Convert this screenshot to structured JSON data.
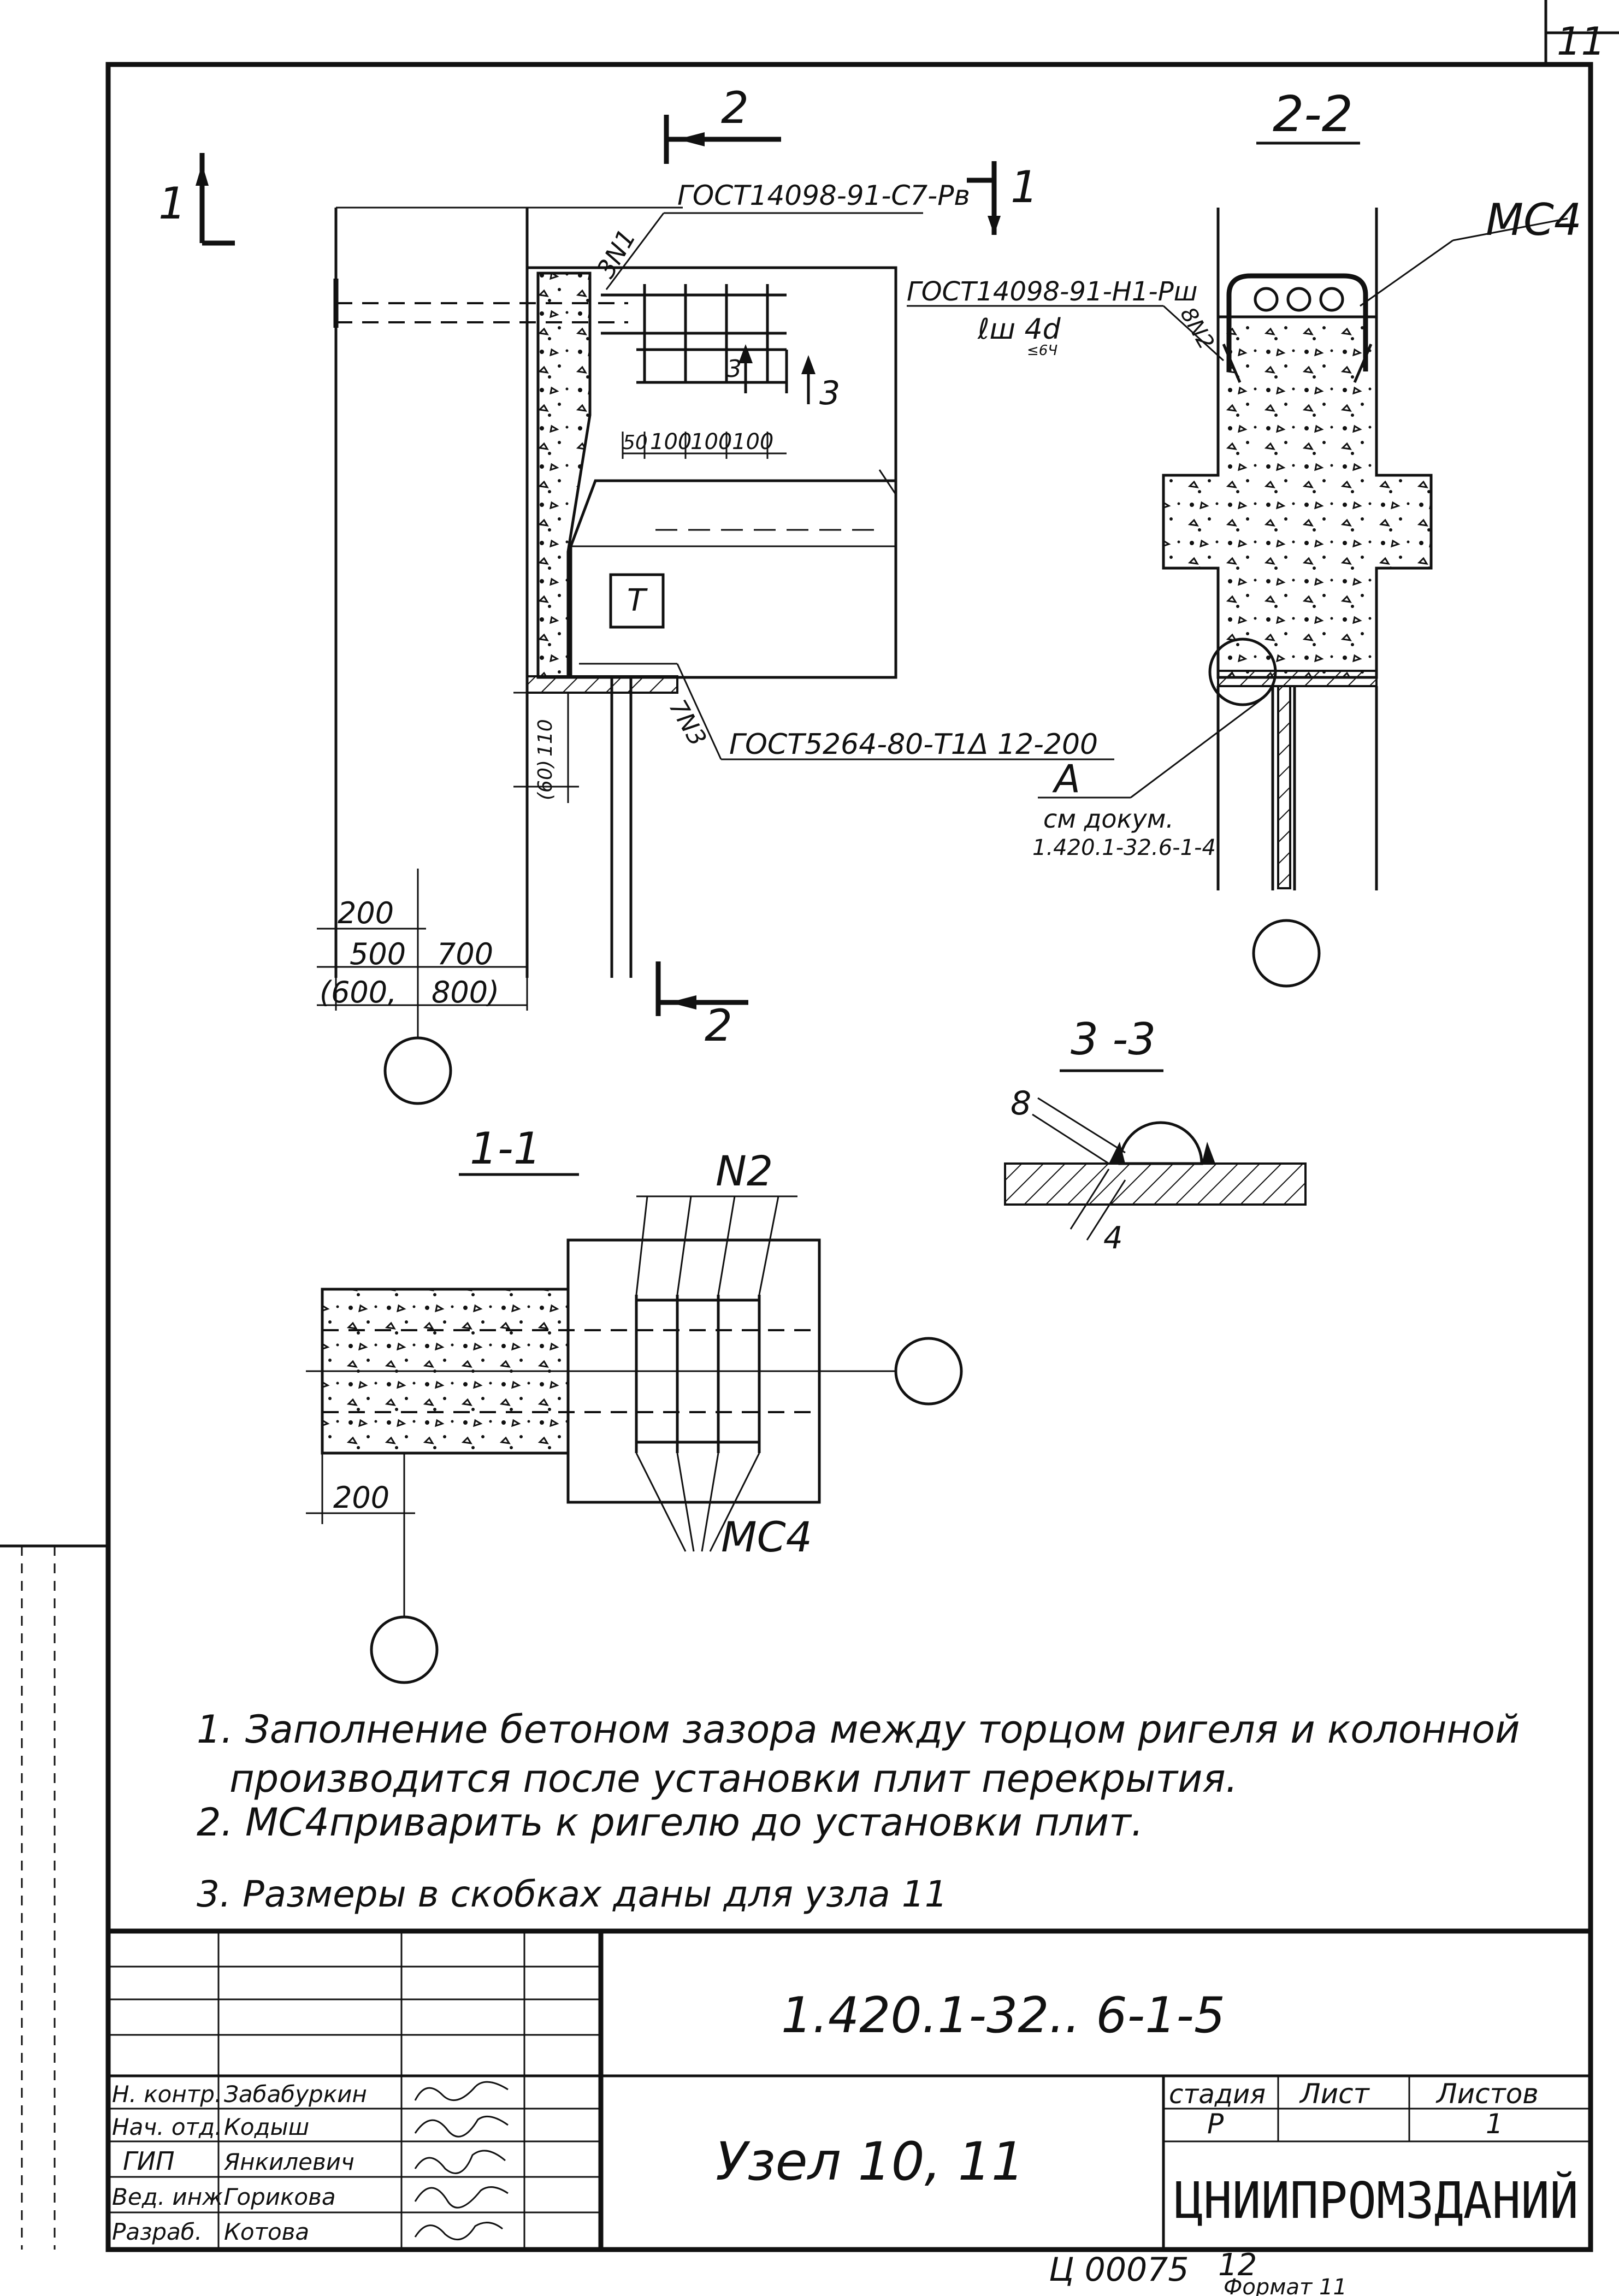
{
  "corner_mark": "11",
  "top_view": {
    "section_mark_1_left": "1",
    "section_mark_1_right": "1",
    "section_mark_2_top": "2",
    "section_mark_2_bottom": "2",
    "std_bar_top": "ГОСТ14098-91-С7-Рв",
    "pos_3n1": "3N1",
    "pos_7n3": "7N3",
    "std_bottom": "ГОСТ5264-80-Т1Δ 12-200",
    "dim_spacing": [
      "50",
      "100",
      "100",
      "100"
    ],
    "cut_3": "3",
    "dim_110": "110",
    "dim_60": "(60)",
    "dim_200": "200",
    "dim_500": "500",
    "dim_700": "700",
    "dim_600": "(600,",
    "dim_800": "800)",
    "plate_label": "Т"
  },
  "section_22": {
    "title": "2-2",
    "label_mc4": "МС4",
    "std_h1": "ГОСТ14098-91-Н1-Рш",
    "pos_8n2": "8N2",
    "weld_len": "ℓш 4d",
    "weld_len_sub": "≤6Ч",
    "node_a": "А",
    "ref_line1": "см докум.",
    "ref_line2": "1.420.1-32.6-1-4"
  },
  "section_33": {
    "title": "3 -3",
    "dim_8": "8",
    "dim_4": "4"
  },
  "section_11": {
    "title": "1-1",
    "label_n2": "N2",
    "label_mc4": "МС4",
    "dim_200": "200"
  },
  "notes": [
    "1. Заполнение бетоном зазора между торцом ригеля и колонной",
    "производится после установки плит перекрытия.",
    "2. МС4приварить к ригелю до установки плит.",
    "3. Размеры в скобках даны для узла 11"
  ],
  "title_block": {
    "doc_code": "1.420.1-32.. 6-1-5",
    "title": "Узел 10, 11",
    "stage_header": "стадия",
    "sheet_header": "Лист",
    "sheets_header": "Листов",
    "stage": "Р",
    "sheets_total": "1",
    "org": "ЦНИИПРОМЗДАНИЙ",
    "roles": [
      "Н. контр.",
      "Нач. отд.",
      "ГИП",
      "Вед. инж.",
      "Разраб."
    ],
    "names": [
      "Забабуркин",
      "Кодыш",
      "Янкилевич",
      "Горикова",
      "Котова"
    ]
  },
  "footer": {
    "inv": "Ц 00075",
    "sheet_no": "12",
    "format": "Формат 11"
  }
}
